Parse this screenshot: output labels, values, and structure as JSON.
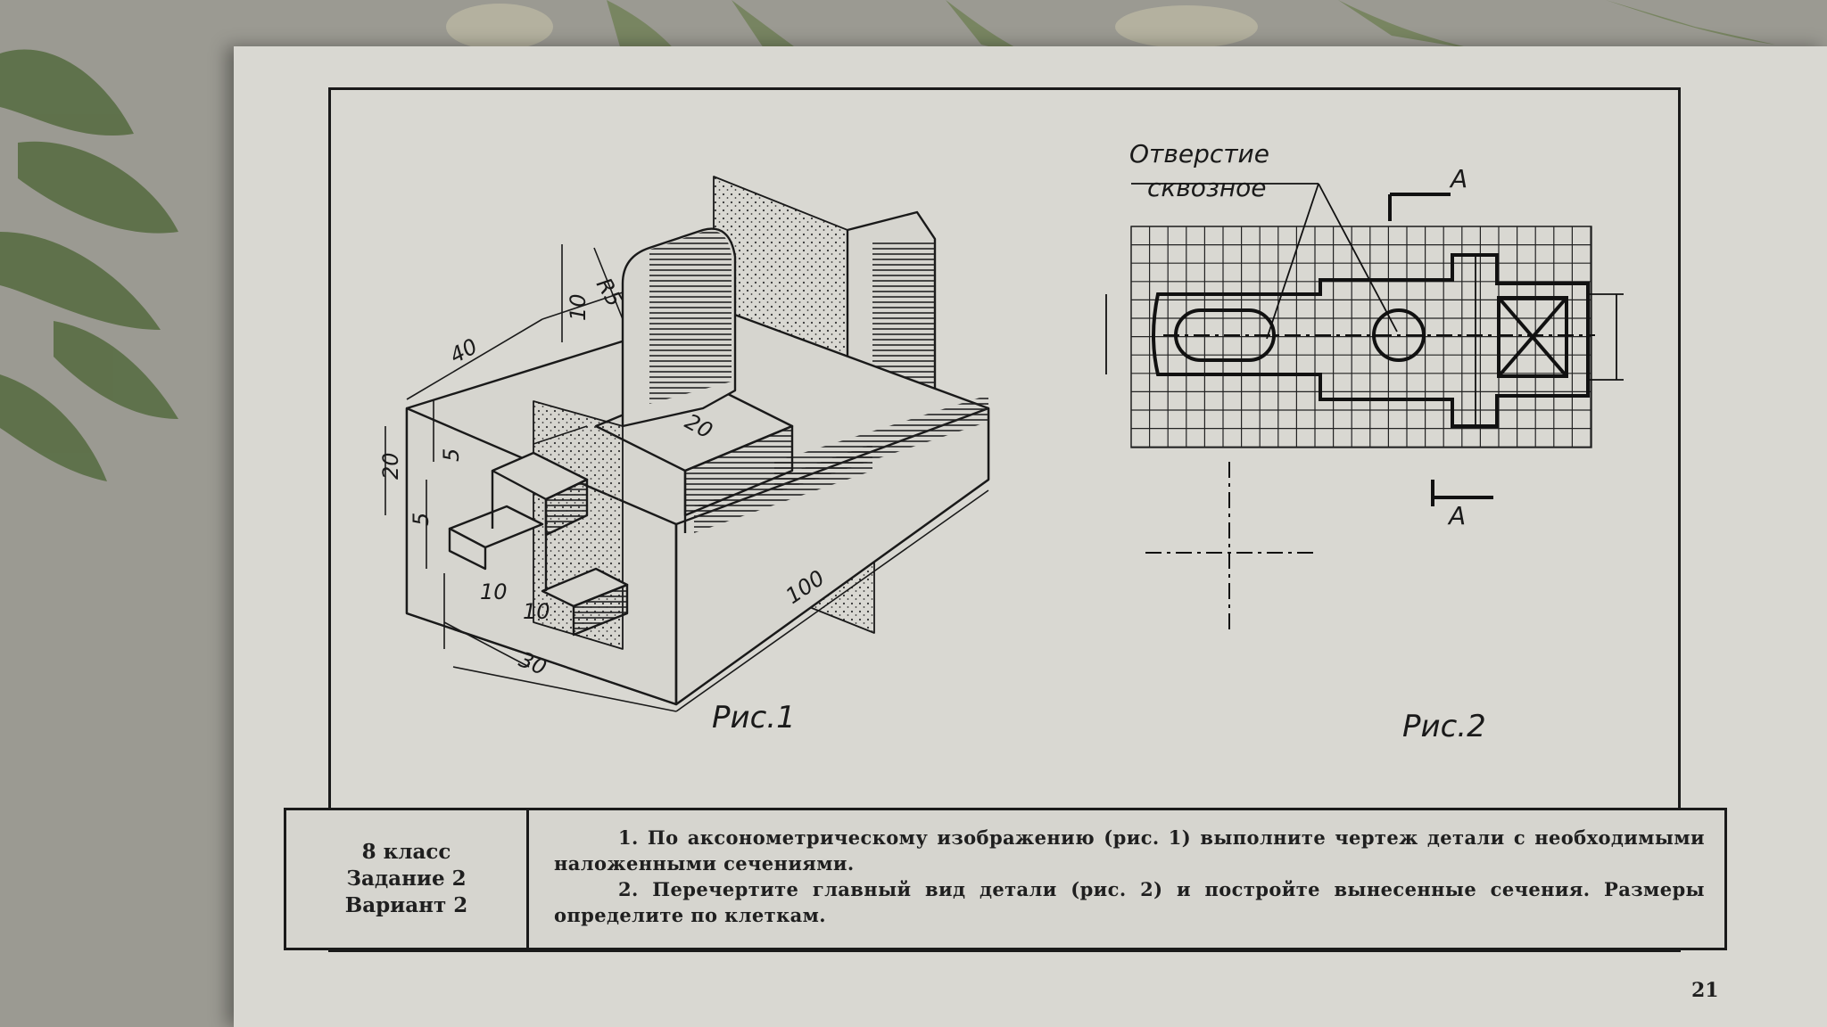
{
  "fig1": {
    "caption": "Рис.1",
    "dimensions": {
      "d40": "40",
      "d20": "20",
      "d5a": "5",
      "d5b": "5",
      "d10v": "10",
      "r5": "R5",
      "d20b": "20",
      "d10a": "10",
      "d10b": "10",
      "d30": "30",
      "d100": "100"
    }
  },
  "fig2": {
    "caption": "Рис.2",
    "note_line1": "Отверстие",
    "note_line2": "сквозное",
    "section_top": "А",
    "section_bottom": "А"
  },
  "info": {
    "grade": "8 класс",
    "task": "Задание 2",
    "variant": "Вариант 2",
    "instruction1": "1. По аксонометрическому изображению (рис. 1) выполните чертеж детали с необходимыми наложенными сечениями.",
    "instruction2": "2. Перечертите главный вид детали (рис. 2) и постройте вынесенные сечения. Размеры определите по клеткам."
  },
  "page_number": "21"
}
